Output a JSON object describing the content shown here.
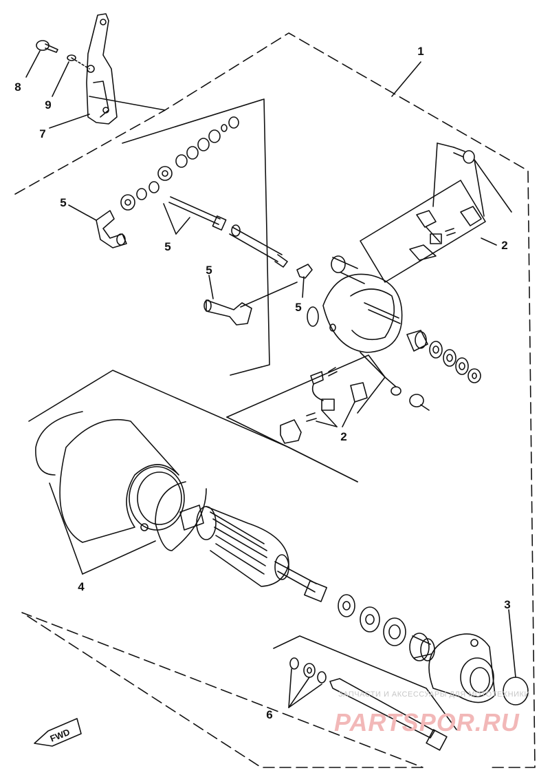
{
  "diagram": {
    "callouts": [
      {
        "id": "1",
        "label": "1"
      },
      {
        "id": "2a",
        "label": "2"
      },
      {
        "id": "2b",
        "label": "2"
      },
      {
        "id": "3",
        "label": "3"
      },
      {
        "id": "4",
        "label": "4"
      },
      {
        "id": "5a",
        "label": "5"
      },
      {
        "id": "5b",
        "label": "5"
      },
      {
        "id": "5c",
        "label": "5"
      },
      {
        "id": "5d",
        "label": "5"
      },
      {
        "id": "6",
        "label": "6"
      },
      {
        "id": "7",
        "label": "7"
      },
      {
        "id": "8",
        "label": "8"
      },
      {
        "id": "9",
        "label": "9"
      }
    ],
    "fwd_label": "FWD",
    "watermark_small": "ЗАПЧАСТИ И АКСЕССУАРЫ ДЛЯ МОТОТЕХНИКИ",
    "watermark_big": "PARTSPOR.RU"
  }
}
